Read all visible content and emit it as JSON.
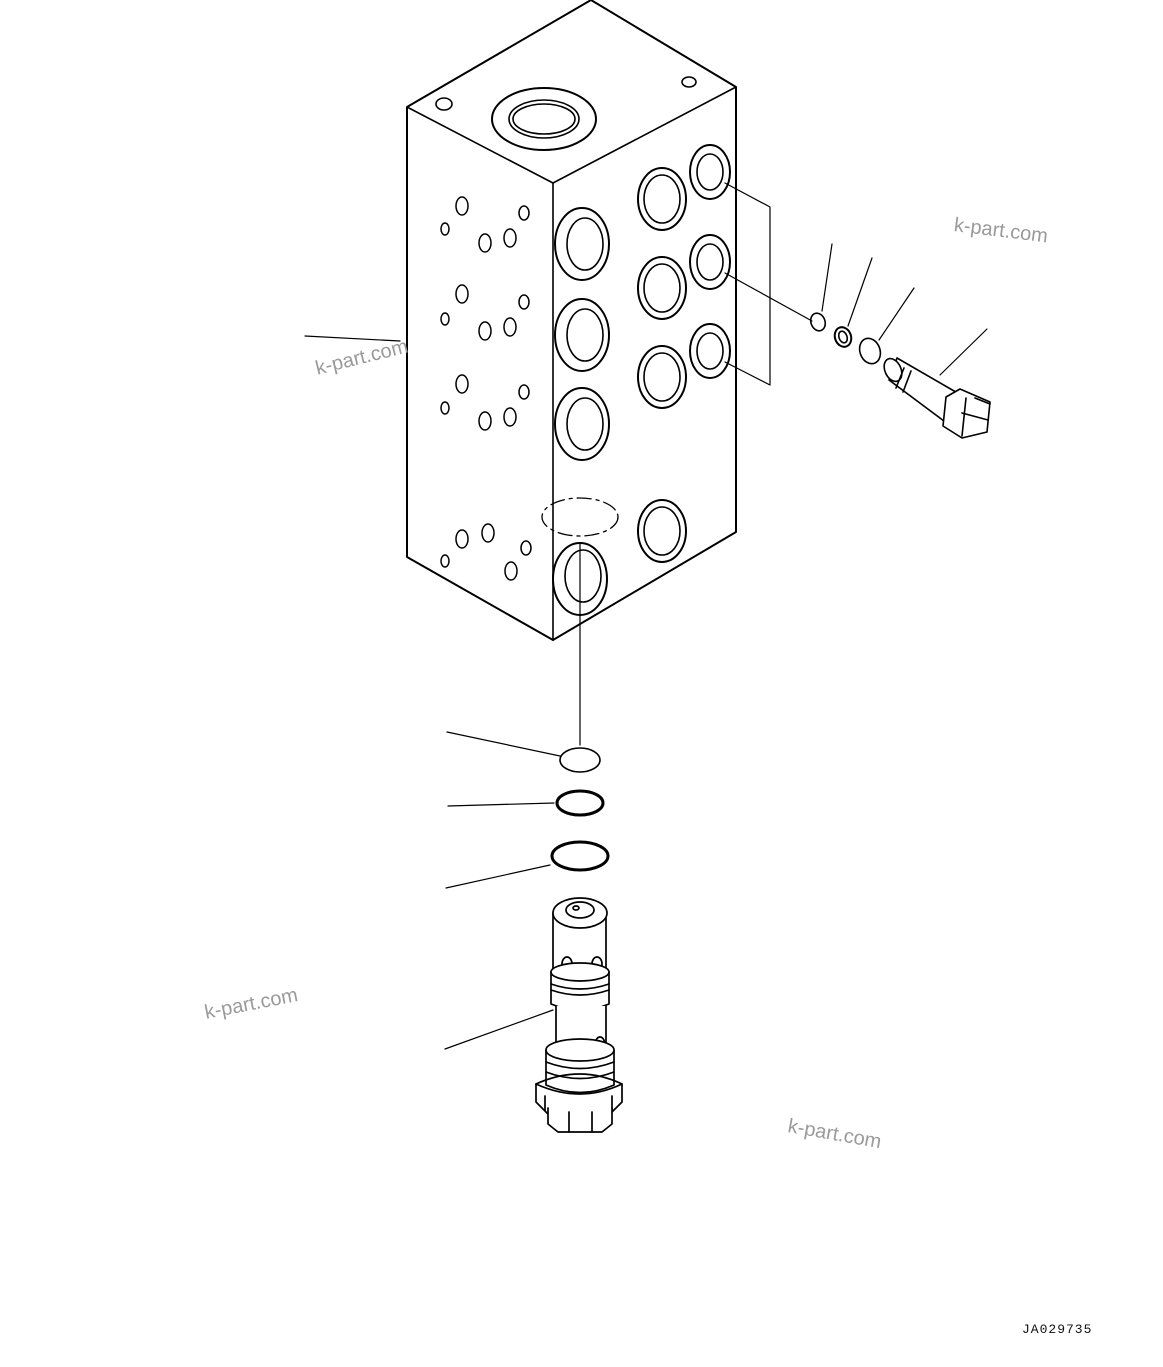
{
  "drawing": {
    "drawing_code": "JA029735",
    "watermarks": [
      "k-part.com",
      "k-part.com",
      "k-part.com",
      "k-part.com"
    ]
  }
}
